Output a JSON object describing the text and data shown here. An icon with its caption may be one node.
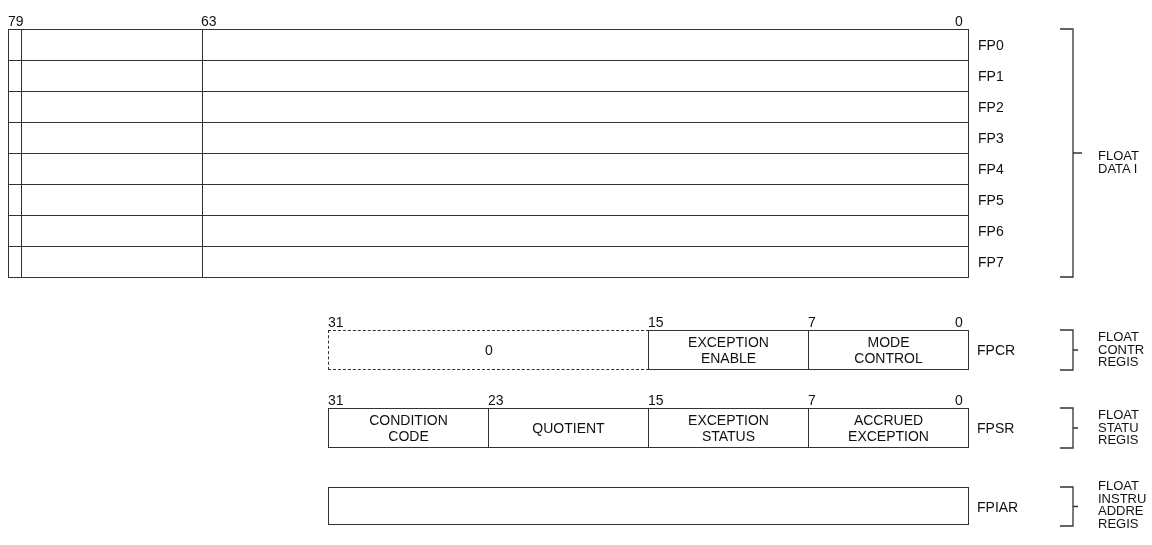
{
  "diagram": {
    "nodes": [
      {
        "text": [],
        "shape": "bar"
      },
      {
        "text": [],
        "shape": "bar"
      },
      {
        "text": [],
        "shape": "bar"
      },
      {
        "text": [],
        "shape": "bar"
      },
      {
        "text": [],
        "shape": "bar"
      },
      {
        "text": [],
        "shape": "bar"
      },
      {
        "text": [],
        "shape": "bar"
      },
      {
        "text": [],
        "shape": "bar"
      },
      {
        "text": [
          "0"
        ]
      },
      {
        "text": [
          "EXCEPTION ENABLE"
        ]
      },
      {
        "text": [
          "MODE CONTROL"
        ]
      },
      {
        "text": [
          "CONDITION CODE"
        ]
      },
      {
        "text": [
          "QUOTIENT"
        ]
      },
      {
        "text": [
          "EXCEPTION STATUS"
        ]
      },
      {
        "text": [
          "ACCRUED EXCEPTION"
        ]
      },
      {
        "text": [],
        "shape": "bar"
      }
    ],
    "labels": [
      "79",
      "63",
      "0",
      "FP0",
      "FP1",
      "FP2",
      "FP3",
      "FP4",
      "FP5",
      "FP6",
      "FP7",
      "FLOAT DATA I",
      "31",
      "15",
      "7",
      "0",
      "FPCR",
      "FLOAT CONTR REGIS",
      "31",
      "23",
      "15",
      "7",
      "0",
      "FPSR",
      "FLOAT STATU REGIS",
      "FPIAR",
      "FLOAT INSTRU ADDRE REGIS"
    ]
  }
}
